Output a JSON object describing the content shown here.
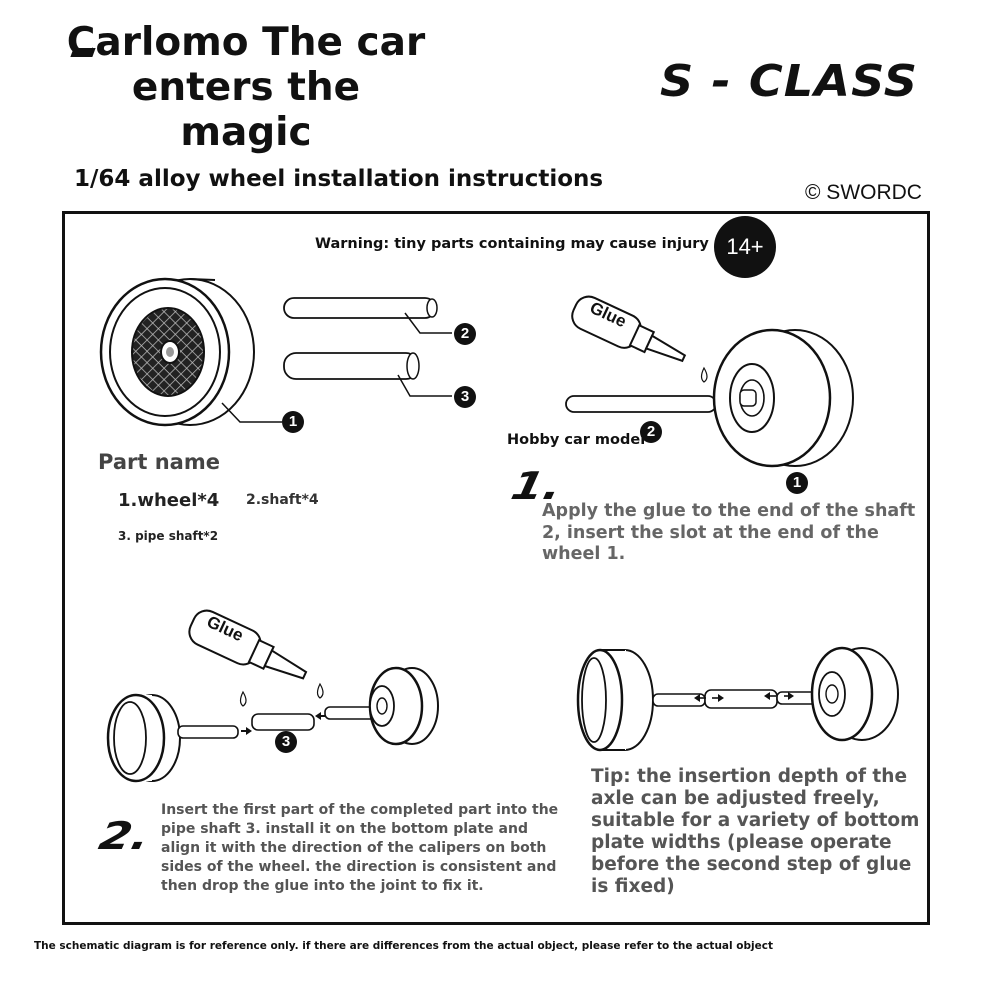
{
  "header": {
    "title": "Carlomo The car enters the magic",
    "subtitle": "1/64 alloy wheel installation instructions",
    "brand": "S - CLASS",
    "copyright": "© SWORDC"
  },
  "warning": {
    "text": "Warning: tiny parts containing may cause injury",
    "age_badge": "14+"
  },
  "parts": {
    "title": "Part name",
    "items": [
      "1.wheel*4",
      "2.shaft*4",
      "3. pipe shaft*2"
    ],
    "callouts": [
      "1",
      "2",
      "3"
    ]
  },
  "step1": {
    "number": "1.",
    "glue_label": "Glue",
    "model_label": "Hobby car model",
    "part_shaft": "2",
    "part_wheel": "1",
    "text": "Apply the glue to the end of the shaft 2, insert the slot at the end of the wheel 1."
  },
  "step2": {
    "number": "2.",
    "glue_label": "Glue",
    "part_pipe": "3",
    "text": "Insert the first part of the completed part into the pipe shaft 3. install it on the bottom plate and align it with the direction of the calipers on both sides of the wheel. the direction is consistent and then drop the glue into the joint to fix it."
  },
  "tip": {
    "text": "Tip: the insertion depth of the axle can be adjusted freely, suitable for a variety of bottom plate widths (please operate before the second step of glue is fixed)"
  },
  "footer": {
    "text": "The schematic diagram is for reference only. if there are differences from the actual object, please refer to the actual object"
  }
}
